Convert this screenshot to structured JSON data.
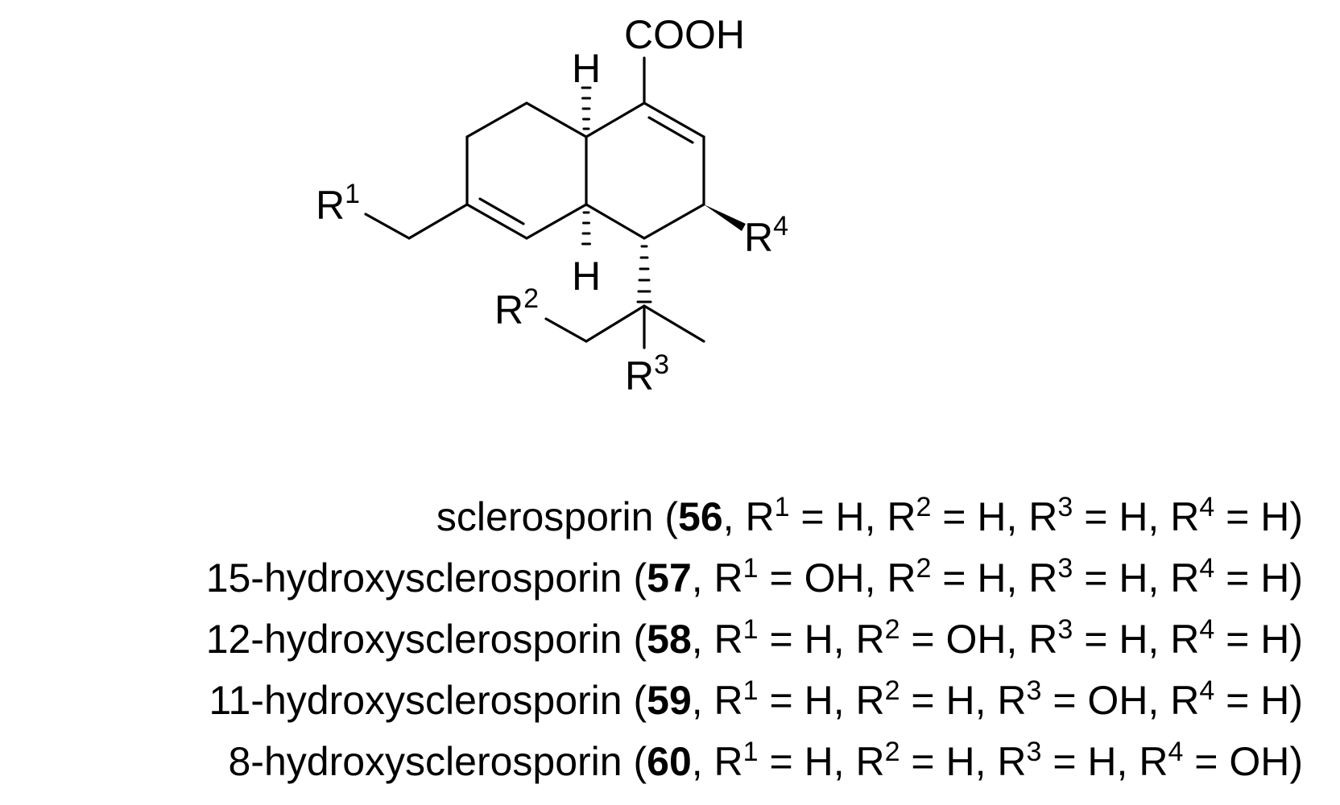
{
  "structure": {
    "cooh_label": "COOH",
    "h_top_label": "H",
    "h_bottom_label": "H",
    "r1_letter": "R",
    "r1_index": "1",
    "r2_letter": "R",
    "r2_index": "2",
    "r3_letter": "R",
    "r3_index": "3",
    "r4_letter": "R",
    "r4_index": "4"
  },
  "compounds": [
    {
      "name": "sclerosporin",
      "number": "56",
      "r1": "H",
      "r2": "H",
      "r3": "H",
      "r4": "H"
    },
    {
      "name": "15-hydroxysclerosporin",
      "number": "57",
      "r1": "OH",
      "r2": "H",
      "r3": "H",
      "r4": "H"
    },
    {
      "name": "12-hydroxysclerosporin",
      "number": "58",
      "r1": "H",
      "r2": "OH",
      "r3": "H",
      "r4": "H"
    },
    {
      "name": "11-hydroxysclerosporin",
      "number": "59",
      "r1": "H",
      "r2": "H",
      "r3": "OH",
      "r4": "H"
    },
    {
      "name": "8-hydroxysclerosporin",
      "number": "60",
      "r1": "H",
      "r2": "H",
      "r3": "H",
      "r4": "OH"
    }
  ]
}
